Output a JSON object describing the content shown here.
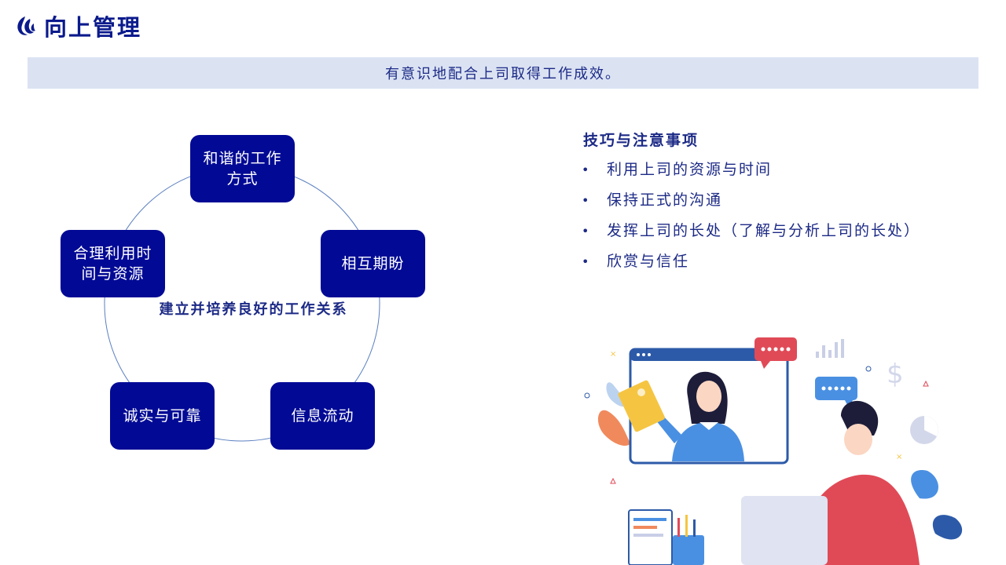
{
  "header": {
    "title": "向上管理",
    "logo_icon": "flame-logo-icon"
  },
  "banner": {
    "text": "有意识地配合上司取得工作成效。"
  },
  "diagram": {
    "center_label": "建立并培养良好的工作关系",
    "nodes": [
      {
        "label": "和谐的工作方式"
      },
      {
        "label": "相互期盼"
      },
      {
        "label": "信息流动"
      },
      {
        "label": "诚实与可靠"
      },
      {
        "label": "合理利用时间与资源"
      }
    ]
  },
  "tips": {
    "heading": "技巧与注意事项",
    "items": [
      "利用上司的资源与时间",
      "保持正式的沟通",
      "发挥上司的长处（了解与分析上司的长处）",
      "欣赏与信任"
    ]
  },
  "illustration": {
    "icon": "video-call-illustration"
  },
  "colors": {
    "node_fill": "#020a95",
    "banner_bg": "#dbe3f3",
    "text_navy": "#1c2a86"
  }
}
